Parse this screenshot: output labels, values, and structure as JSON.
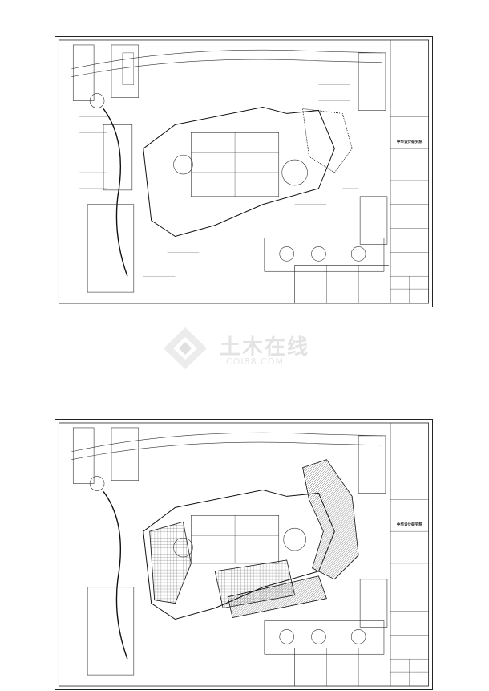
{
  "watermark": {
    "brand_cn": "土木在线",
    "brand_domain": "COI88.COM"
  },
  "sheets": [
    {
      "title_block": {
        "company": "中华设计研究院"
      }
    },
    {
      "title_block": {
        "company": "中华设计研究院"
      }
    }
  ],
  "colors": {
    "line": "#222222",
    "hatch": "#333333",
    "watermark": "#e3e3e3"
  }
}
